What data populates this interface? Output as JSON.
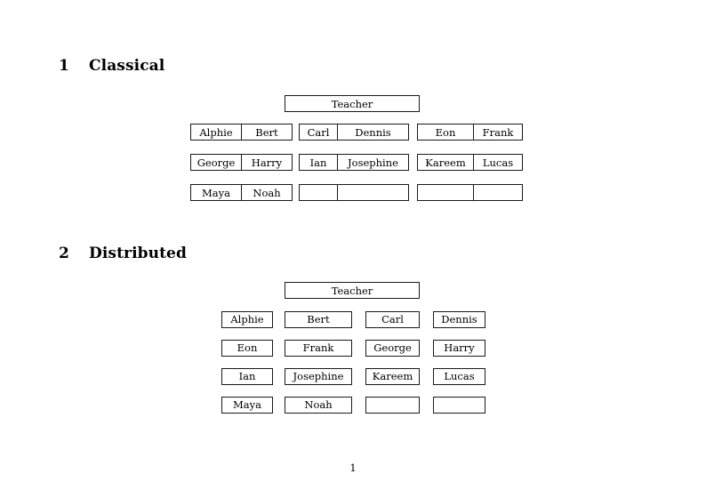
{
  "document": {
    "page_number": "1"
  },
  "sections": [
    {
      "number": "1",
      "title": "Classical",
      "root_label": "Teacher",
      "groups": [
        {
          "name": "group-left",
          "rows": [
            [
              "Alphie",
              "Bert"
            ],
            [
              "George",
              "Harry"
            ],
            [
              "Maya",
              "Noah"
            ]
          ]
        },
        {
          "name": "group-middle",
          "rows": [
            [
              "Carl",
              "Dennis"
            ],
            [
              "Ian",
              "Josephine"
            ],
            [
              "",
              ""
            ]
          ]
        },
        {
          "name": "group-right",
          "rows": [
            [
              "Eon",
              "Frank"
            ],
            [
              "Kareem",
              "Lucas"
            ],
            [
              "",
              ""
            ]
          ]
        }
      ]
    },
    {
      "number": "2",
      "title": "Distributed",
      "root_label": "Teacher",
      "grid": [
        [
          "Alphie",
          "Bert",
          "Carl",
          "Dennis"
        ],
        [
          "Eon",
          "Frank",
          "George",
          "Harry"
        ],
        [
          "Ian",
          "Josephine",
          "Kareem",
          "Lucas"
        ],
        [
          "Maya",
          "Noah",
          "",
          ""
        ]
      ]
    }
  ]
}
